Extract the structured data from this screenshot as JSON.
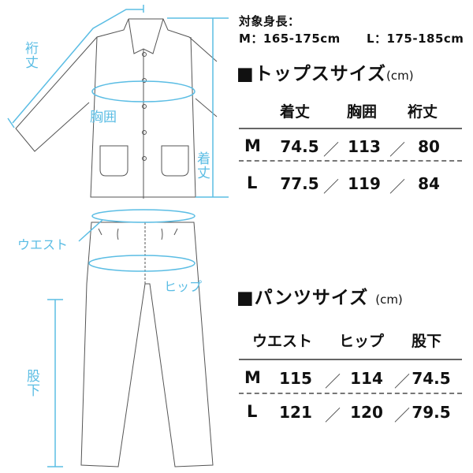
{
  "height_note": {
    "label": "対象身長：",
    "m": "M：165-175cm",
    "l": "L：175-185cm"
  },
  "tops": {
    "title": "■トップスサイズ",
    "unit": "(cm)",
    "headers": [
      "着丈",
      "胸囲",
      "裄丈"
    ],
    "rows": [
      {
        "size": "M",
        "values": [
          "74.5",
          "113",
          "80"
        ]
      },
      {
        "size": "L",
        "values": [
          "77.5",
          "119",
          "84"
        ]
      }
    ]
  },
  "pants": {
    "title": "■パンツサイズ",
    "unit": "(cm)",
    "headers": [
      "ウエスト",
      "ヒップ",
      "股下"
    ],
    "rows": [
      {
        "size": "M",
        "values": [
          "115",
          "114",
          "74.5"
        ]
      },
      {
        "size": "L",
        "values": [
          "121",
          "120",
          "79.5"
        ]
      }
    ]
  },
  "separator": "／",
  "diagram_labels": {
    "sleeve": "裄丈",
    "chest": "胸囲",
    "length": "着丈",
    "waist": "ウエスト",
    "hip": "ヒップ",
    "inseam": "股下"
  },
  "colors": {
    "accent": "#5bbde4",
    "line": "#555555"
  }
}
